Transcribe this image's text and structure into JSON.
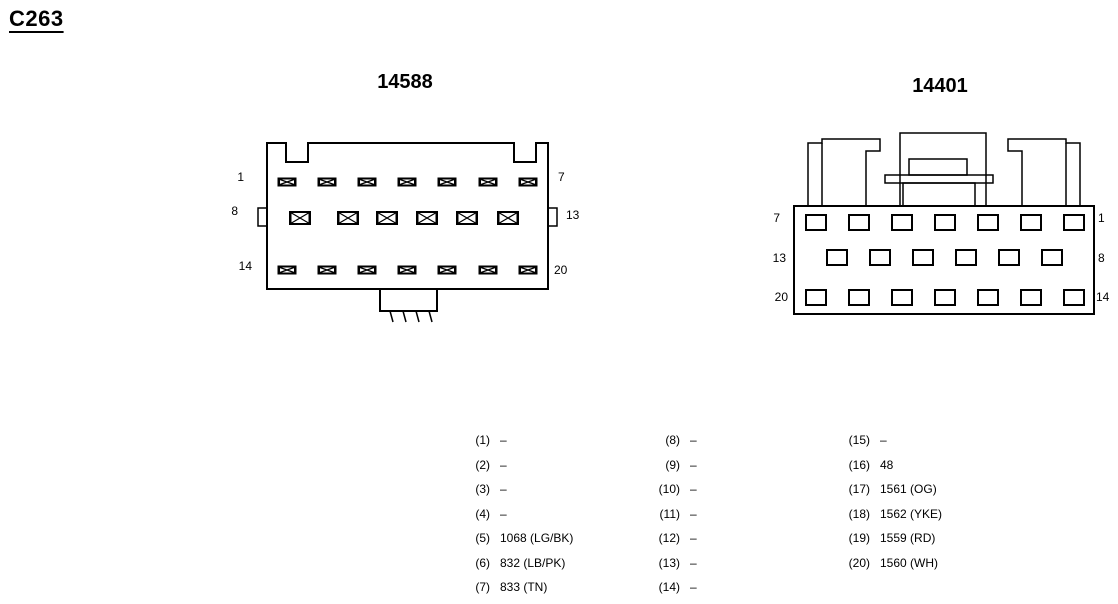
{
  "title": "C263",
  "connector_left": {
    "part_number": "14588",
    "pin_labels": {
      "top_left": "1",
      "top_right": "7",
      "mid_left": "8",
      "mid_right": "13",
      "bottom_left": "14",
      "bottom_right": "20"
    }
  },
  "connector_right": {
    "part_number": "14401",
    "pin_labels": {
      "top_left": "7",
      "top_right": "1",
      "mid_left": "13",
      "mid_right": "8",
      "bottom_left": "20",
      "bottom_right": "14"
    }
  },
  "pinout": {
    "column1": [
      {
        "pin": "(1)",
        "value": "–"
      },
      {
        "pin": "(2)",
        "value": "–"
      },
      {
        "pin": "(3)",
        "value": "–"
      },
      {
        "pin": "(4)",
        "value": "–"
      },
      {
        "pin": "(5)",
        "value": "1068 (LG/BK)"
      },
      {
        "pin": "(6)",
        "value": "832 (LB/PK)"
      },
      {
        "pin": "(7)",
        "value": "833 (TN)"
      }
    ],
    "column2": [
      {
        "pin": "(8)",
        "value": "–"
      },
      {
        "pin": "(9)",
        "value": "–"
      },
      {
        "pin": "(10)",
        "value": "–"
      },
      {
        "pin": "(11)",
        "value": "–"
      },
      {
        "pin": "(12)",
        "value": "–"
      },
      {
        "pin": "(13)",
        "value": "–"
      },
      {
        "pin": "(14)",
        "value": "–"
      }
    ],
    "column3": [
      {
        "pin": "(15)",
        "value": "–"
      },
      {
        "pin": "(16)",
        "value": "48"
      },
      {
        "pin": "(17)",
        "value": "1561 (OG)"
      },
      {
        "pin": "(18)",
        "value": "1562 (YKE)"
      },
      {
        "pin": "(19)",
        "value": "1559 (RD)"
      },
      {
        "pin": "(20)",
        "value": "1560 (WH)"
      }
    ]
  }
}
